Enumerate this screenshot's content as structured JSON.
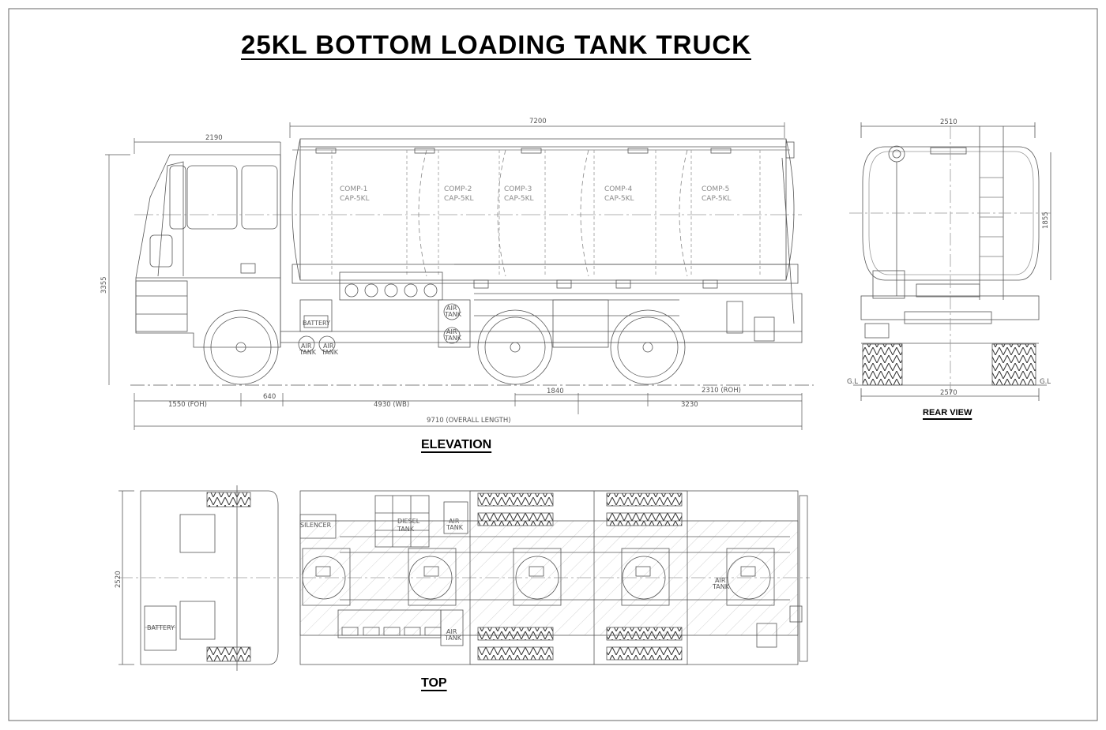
{
  "title": "25KL BOTTOM LOADING TANK TRUCK",
  "views": {
    "elevation": "ELEVATION",
    "rear": "REAR VIEW",
    "top": "TOP"
  },
  "elevation": {
    "compartments": [
      {
        "comp": "COMP-1",
        "cap": "CAP-5KL"
      },
      {
        "comp": "COMP-2",
        "cap": "CAP-5KL"
      },
      {
        "comp": "COMP-3",
        "cap": "CAP-5KL"
      },
      {
        "comp": "COMP-4",
        "cap": "CAP-5KL"
      },
      {
        "comp": "COMP-5",
        "cap": "CAP-5KL"
      }
    ],
    "dims": {
      "tank_length": "7200",
      "cab_length": "2190",
      "height": "3355",
      "foh": "1550 (FOH)",
      "d640": "640",
      "wb": "4930 (WB)",
      "d1840": "1840",
      "roh": "2310 (ROH)",
      "d3230": "3230",
      "overall": "9710 (OVERALL LENGTH)"
    },
    "labels": {
      "battery": "BATTERY",
      "air_tank": "AIR",
      "tank": "TANK"
    }
  },
  "rear": {
    "dims": {
      "width": "2510",
      "height": "1855",
      "track": "2570"
    },
    "gl": "G.L"
  },
  "top": {
    "dims": {
      "width": "2520"
    },
    "labels": {
      "silencer": "SILENCER",
      "diesel": "DIESEL",
      "tank": "TANK",
      "air": "AIR",
      "battery": "BATTERY"
    }
  }
}
